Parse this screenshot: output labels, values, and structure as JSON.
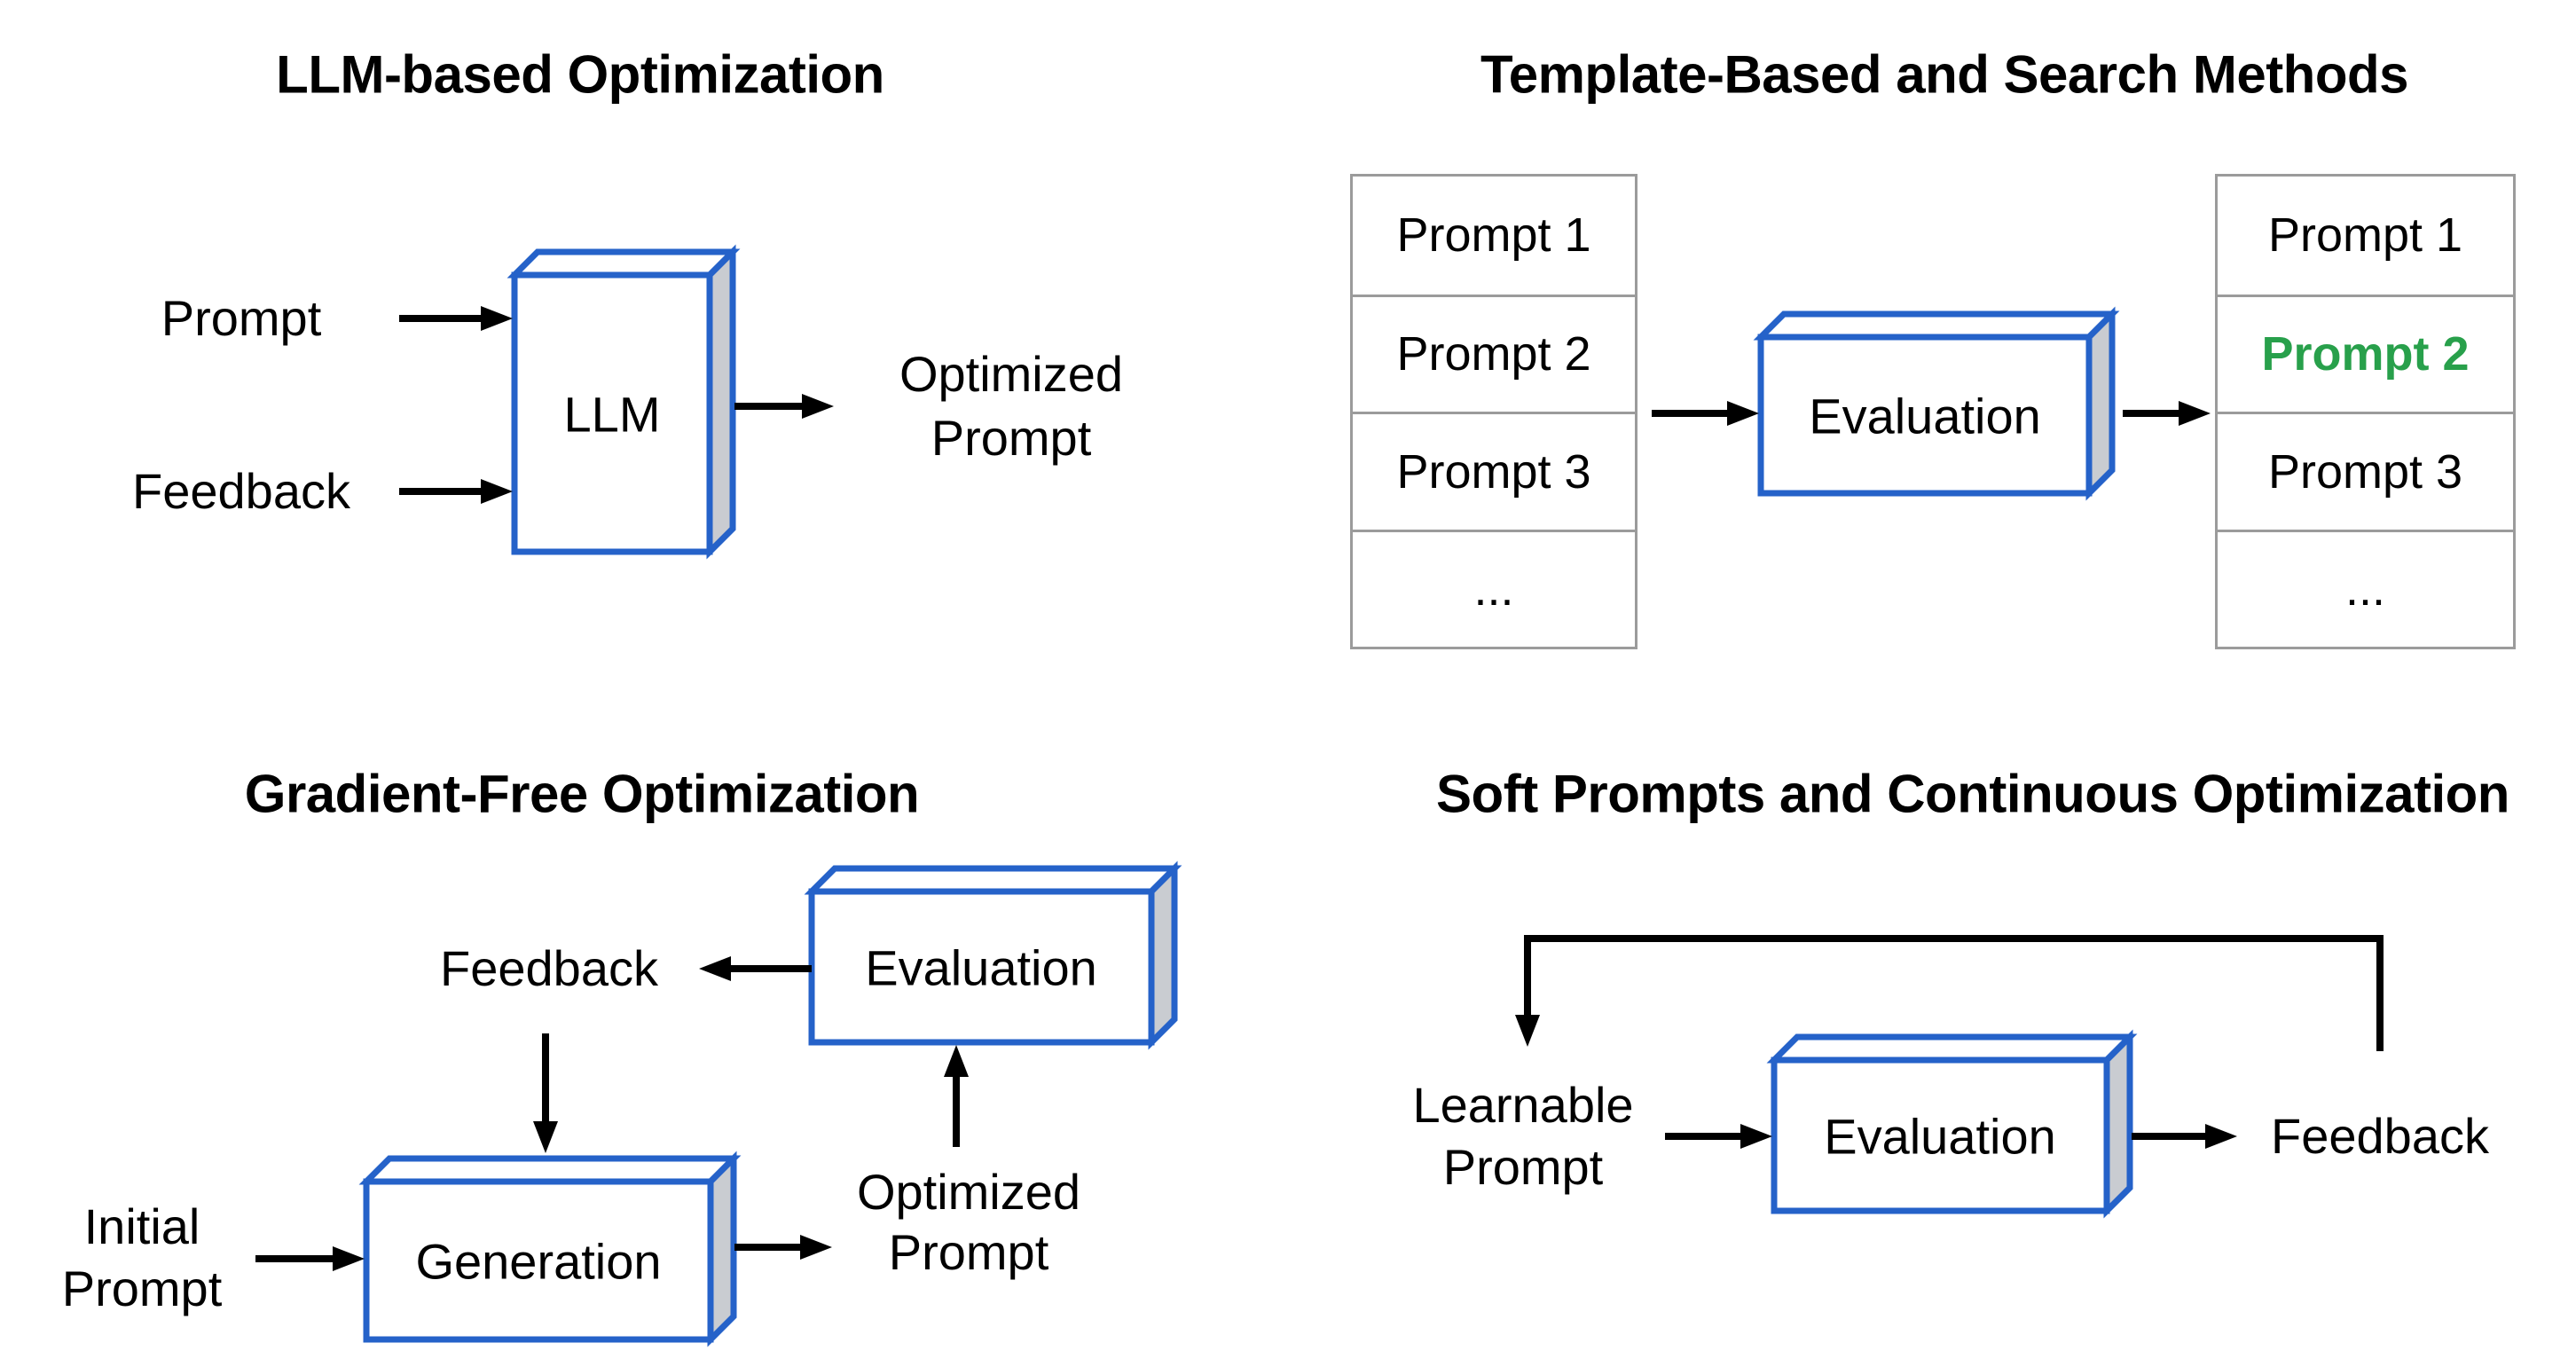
{
  "figure": {
    "description_colors_note": "diagram of four prompt-optimization method families"
  },
  "colors": {
    "background": "#ffffff",
    "box_stroke_blue": "#2562c9",
    "box_side_gray": "#c9ccd1",
    "table_border_gray": "#9b9b9b",
    "highlight_green": "#28a04b",
    "arrow_black": "#000000",
    "text_black": "#000000"
  },
  "quadrants": {
    "llm_based": {
      "title": "LLM-based Optimization",
      "input_top": "Prompt",
      "input_bottom": "Feedback",
      "box_label": "LLM",
      "output_line1": "Optimized",
      "output_line2": "Prompt"
    },
    "template_search": {
      "title": "Template-Based and Search Methods",
      "input_table_rows": [
        "Prompt 1",
        "Prompt 2",
        "Prompt 3",
        "..."
      ],
      "box_label": "Evaluation",
      "output_table_rows": [
        "Prompt 1",
        "Prompt 2",
        "Prompt 3",
        "..."
      ],
      "highlighted_output_row_index": 1
    },
    "gradient_free": {
      "title": "Gradient-Free Optimization",
      "input_line1": "Initial",
      "input_line2": "Prompt",
      "generation_box_label": "Generation",
      "evaluation_box_label": "Evaluation",
      "feedback_label": "Feedback",
      "output_line1": "Optimized",
      "output_line2": "Prompt"
    },
    "soft_prompts": {
      "title": "Soft Prompts and Continuous Optimization",
      "input_line1": "Learnable",
      "input_line2": "Prompt",
      "box_label": "Evaluation",
      "output_label": "Feedback"
    }
  }
}
